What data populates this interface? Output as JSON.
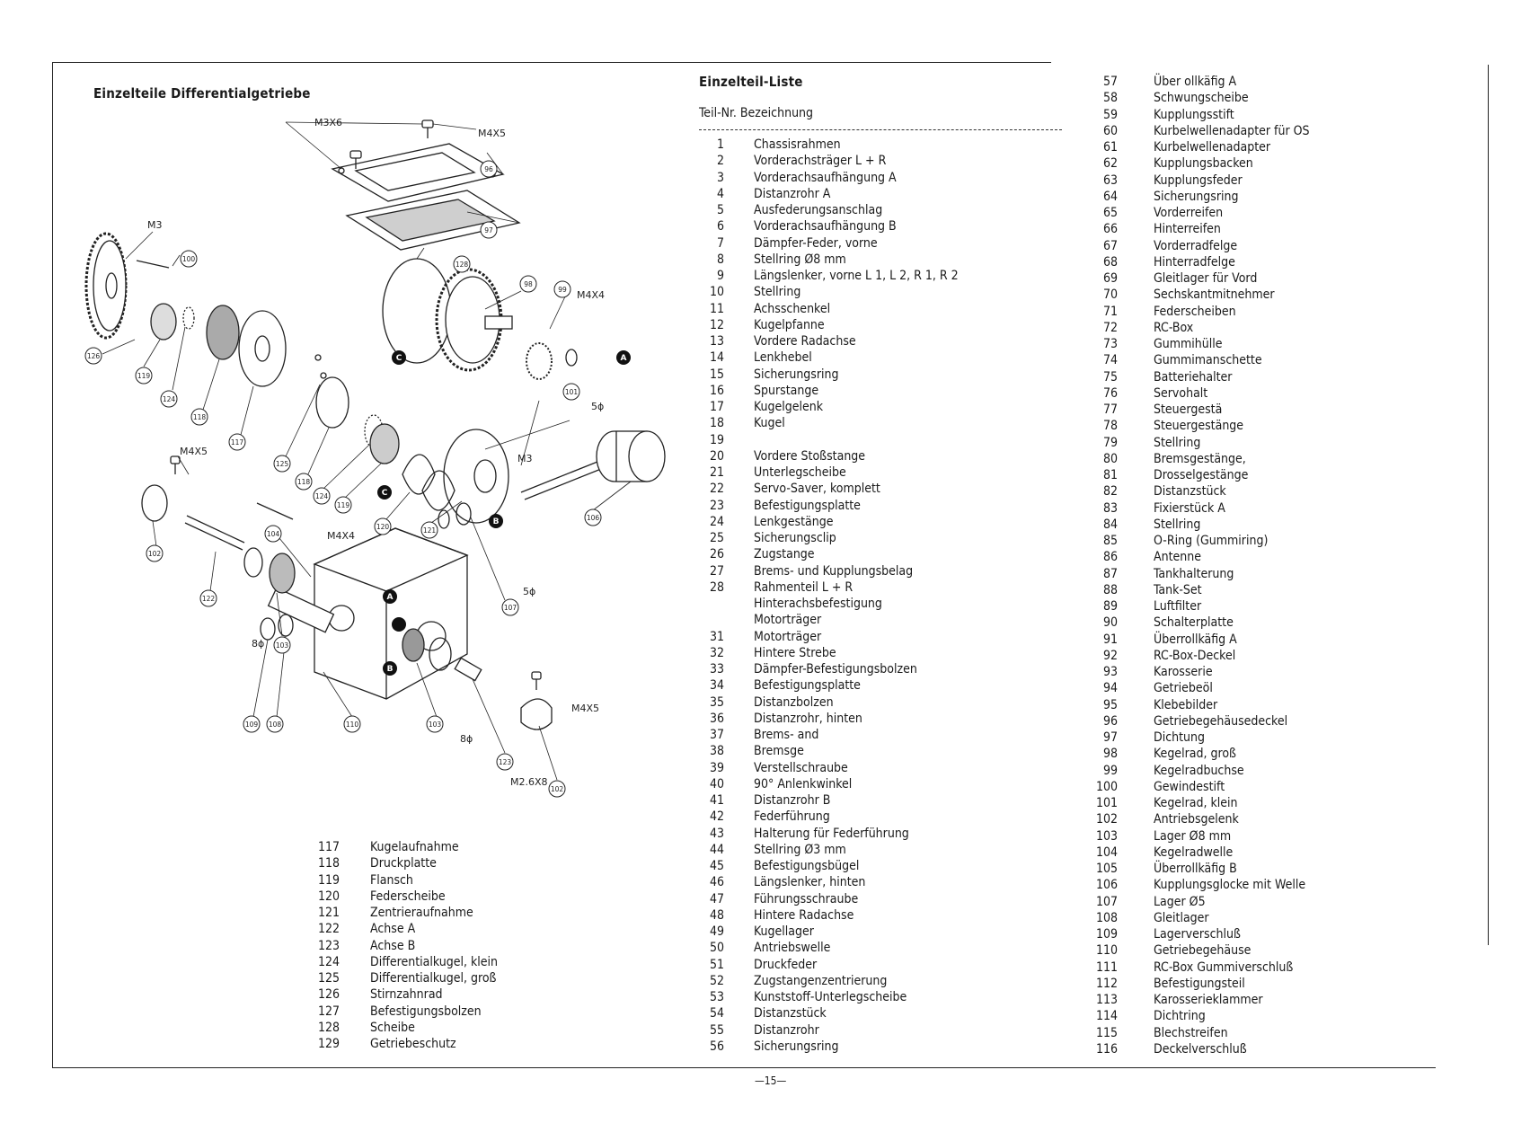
{
  "diagram_title": "Einzelteile Differentialgetriebe",
  "list_title": "Einzelteil-Liste",
  "list_header": "Teil-Nr. Bezeichnung",
  "page_number": "—15—",
  "callouts": {
    "m3x6": "M3X6",
    "m4x5_top": "M4X5",
    "m3_left": "M3",
    "m4x4_right": "M4X4",
    "m4x5_left": "M4X5",
    "m4x4_mid": "M4X4",
    "m3_mid": "M3",
    "m4x5_bottom": "M4X5",
    "m26x8": "M2.6X8",
    "d5_right": "5ϕ",
    "d5_mid": "5ϕ",
    "d8_left": "8ϕ",
    "d8_bottom": "8ϕ",
    "c1": "96",
    "c2": "97",
    "c3": "128",
    "c4": "98",
    "c5": "99",
    "c6": "100",
    "c7": "126",
    "c8": "119",
    "c9": "124",
    "c10": "118",
    "c11": "117",
    "c12": "125",
    "c13": "118",
    "c14": "124",
    "c15": "119",
    "c16": "120",
    "c17": "121",
    "c18": "101",
    "c19": "106",
    "c20": "102",
    "c21": "122",
    "c22": "104",
    "c23": "103",
    "c24": "107",
    "c25": "109",
    "c26": "108",
    "c27": "110",
    "c28": "103",
    "c29": "123",
    "c30": "102",
    "m_a1": "A",
    "m_a2": "A",
    "m_b1": "B",
    "m_b2": "B",
    "m_c1": "C",
    "m_c2": "C"
  },
  "parts_col1": [
    {
      "no": "117",
      "name": "Kugelaufnahme"
    },
    {
      "no": "118",
      "name": "Druckplatte"
    },
    {
      "no": "119",
      "name": "Flansch"
    },
    {
      "no": "120",
      "name": "Federscheibe"
    },
    {
      "no": "121",
      "name": "Zentrieraufnahme"
    },
    {
      "no": "122",
      "name": "Achse A"
    },
    {
      "no": "123",
      "name": "Achse B"
    },
    {
      "no": "124",
      "name": "Differentialkugel, klein"
    },
    {
      "no": "125",
      "name": "Differentialkugel, groß"
    },
    {
      "no": "126",
      "name": "Stirnzahnrad"
    },
    {
      "no": "127",
      "name": "Befestigungsbolzen"
    },
    {
      "no": "128",
      "name": "Scheibe"
    },
    {
      "no": "129",
      "name": "Getriebeschutz"
    }
  ],
  "parts_col2": [
    {
      "no": "1",
      "name": "Chassisrahmen"
    },
    {
      "no": "2",
      "name": "Vorderachsträger L + R"
    },
    {
      "no": "3",
      "name": "Vorderachsaufhängung A"
    },
    {
      "no": "4",
      "name": "Distanzrohr A"
    },
    {
      "no": "5",
      "name": "Ausfederungsanschlag"
    },
    {
      "no": "6",
      "name": "Vorderachsaufhängung B"
    },
    {
      "no": "7",
      "name": "Dämpfer-Feder, vorne"
    },
    {
      "no": "8",
      "name": "Stellring Ø8 mm"
    },
    {
      "no": "9",
      "name": "Längslenker, vorne L 1, L 2, R 1, R 2"
    },
    {
      "no": "10",
      "name": "Stellring"
    },
    {
      "no": "11",
      "name": "Achsschenkel"
    },
    {
      "no": "12",
      "name": "Kugelpfanne"
    },
    {
      "no": "13",
      "name": "Vordere Radachse"
    },
    {
      "no": "14",
      "name": "Lenkhebel"
    },
    {
      "no": "15",
      "name": "Sicherungsring"
    },
    {
      "no": "16",
      "name": "Spurstange"
    },
    {
      "no": "17",
      "name": "Kugelgelenk"
    },
    {
      "no": "18",
      "name": "Kugel"
    },
    {
      "no": "19",
      "name": ""
    },
    {
      "no": "20",
      "name": "Vordere Stoßstange"
    },
    {
      "no": "21",
      "name": "Unterlegscheibe"
    },
    {
      "no": "22",
      "name": "Servo-Saver, komplett"
    },
    {
      "no": "23",
      "name": "Befestigungsplatte"
    },
    {
      "no": "24",
      "name": "Lenkgestänge"
    },
    {
      "no": "25",
      "name": "Sicherungsclip"
    },
    {
      "no": "26",
      "name": "Zugstange"
    },
    {
      "no": "27",
      "name": "Brems- und Kupplungsbelag"
    },
    {
      "no": "28",
      "name": "Rahmenteil L + R"
    },
    {
      "no": "",
      "name": "Hinterachsbefestigung"
    },
    {
      "no": "",
      "name": "Motorträger"
    },
    {
      "no": "31",
      "name": "Motorträger"
    },
    {
      "no": "32",
      "name": "Hintere Strebe"
    },
    {
      "no": "33",
      "name": "Dämpfer-Befestigungsbolzen"
    },
    {
      "no": "34",
      "name": "Befestigungsplatte"
    },
    {
      "no": "35",
      "name": "Distanzbolzen"
    },
    {
      "no": "36",
      "name": "Distanzrohr, hinten"
    },
    {
      "no": "37",
      "name": "Brems- and"
    },
    {
      "no": "38",
      "name": "Bremsge"
    },
    {
      "no": "39",
      "name": "Verstellschraube"
    },
    {
      "no": "40",
      "name": "90° Anlenkwinkel"
    },
    {
      "no": "41",
      "name": "Distanzrohr B"
    },
    {
      "no": "42",
      "name": "Federführung"
    },
    {
      "no": "43",
      "name": "Halterung für Federführung"
    },
    {
      "no": "44",
      "name": "Stellring Ø3 mm"
    },
    {
      "no": "45",
      "name": "Befestigungsbügel"
    },
    {
      "no": "46",
      "name": "Längslenker, hinten"
    },
    {
      "no": "47",
      "name": "Führungsschraube"
    },
    {
      "no": "48",
      "name": "Hintere Radachse"
    },
    {
      "no": "49",
      "name": "Kugellager"
    },
    {
      "no": "50",
      "name": "Antriebswelle"
    },
    {
      "no": "51",
      "name": "Druckfeder"
    },
    {
      "no": "52",
      "name": "Zugstangenzentrierung"
    },
    {
      "no": "53",
      "name": "Kunststoff-Unterlegscheibe"
    },
    {
      "no": "54",
      "name": "Distanzstück"
    },
    {
      "no": "55",
      "name": "Distanzrohr"
    },
    {
      "no": "56",
      "name": "Sicherungsring"
    }
  ],
  "parts_col3": [
    {
      "no": "57",
      "name": "Über ollkäfig A"
    },
    {
      "no": "58",
      "name": "Schwungscheibe"
    },
    {
      "no": "59",
      "name": "Kupplungsstift"
    },
    {
      "no": "60",
      "name": "Kurbelwellenadapter für OS"
    },
    {
      "no": "61",
      "name": "Kurbelwellenadapter"
    },
    {
      "no": "62",
      "name": "Kupplungsbacken"
    },
    {
      "no": "63",
      "name": "Kupplungsfeder"
    },
    {
      "no": "64",
      "name": "Sicherungsring"
    },
    {
      "no": "65",
      "name": "Vorderreifen"
    },
    {
      "no": "66",
      "name": "Hinterreifen"
    },
    {
      "no": "67",
      "name": "Vorderradfelge"
    },
    {
      "no": "68",
      "name": "Hinterradfelge"
    },
    {
      "no": "69",
      "name": "Gleitlager für Vord"
    },
    {
      "no": "70",
      "name": "Sechskantmitnehmer"
    },
    {
      "no": "71",
      "name": "Federscheiben"
    },
    {
      "no": "72",
      "name": "RC-Box"
    },
    {
      "no": "73",
      "name": "Gummihülle"
    },
    {
      "no": "74",
      "name": "Gummimanschette"
    },
    {
      "no": "75",
      "name": "Batteriehalter"
    },
    {
      "no": "76",
      "name": "Servohalt"
    },
    {
      "no": "77",
      "name": "Steuergestä"
    },
    {
      "no": "78",
      "name": "Steuergestänge"
    },
    {
      "no": "79",
      "name": "Stellring"
    },
    {
      "no": "80",
      "name": "Bremsgestänge,"
    },
    {
      "no": "81",
      "name": "Drosselgestänge"
    },
    {
      "no": "82",
      "name": "Distanzstück"
    },
    {
      "no": "83",
      "name": "Fixierstück A"
    },
    {
      "no": "84",
      "name": "Stellring"
    },
    {
      "no": "85",
      "name": "O-Ring (Gummiring)"
    },
    {
      "no": "86",
      "name": "Antenne"
    },
    {
      "no": "87",
      "name": "Tankhalterung"
    },
    {
      "no": "88",
      "name": "Tank-Set"
    },
    {
      "no": "89",
      "name": "Luftfilter"
    },
    {
      "no": "90",
      "name": "Schalterplatte"
    },
    {
      "no": "91",
      "name": "Überrollkäfig A"
    },
    {
      "no": "92",
      "name": "RC-Box-Deckel"
    },
    {
      "no": "93",
      "name": "Karosserie"
    },
    {
      "no": "94",
      "name": "Getriebeöl"
    },
    {
      "no": "95",
      "name": "Klebebilder"
    },
    {
      "no": "96",
      "name": "Getriebegehäusedeckel"
    },
    {
      "no": "97",
      "name": "Dichtung"
    },
    {
      "no": "98",
      "name": "Kegelrad, groß"
    },
    {
      "no": "99",
      "name": "Kegelradbuchse"
    },
    {
      "no": "100",
      "name": "Gewindestift"
    },
    {
      "no": "101",
      "name": "Kegelrad, klein"
    },
    {
      "no": "102",
      "name": "Antriebsgelenk"
    },
    {
      "no": "103",
      "name": "Lager Ø8 mm"
    },
    {
      "no": "104",
      "name": "Kegelradwelle"
    },
    {
      "no": "105",
      "name": "Überrollkäfig B"
    },
    {
      "no": "106",
      "name": "Kupplungsglocke mit Welle"
    },
    {
      "no": "107",
      "name": "Lager Ø5"
    },
    {
      "no": "108",
      "name": "Gleitlager"
    },
    {
      "no": "109",
      "name": "Lagerverschluß"
    },
    {
      "no": "110",
      "name": "Getriebegehäuse"
    },
    {
      "no": "111",
      "name": "RC-Box Gummiverschluß"
    },
    {
      "no": "112",
      "name": "Befestigungsteil"
    },
    {
      "no": "113",
      "name": "Karosserieklammer"
    },
    {
      "no": "114",
      "name": "Dichtring"
    },
    {
      "no": "115",
      "name": "Blechstreifen"
    },
    {
      "no": "116",
      "name": "Deckelverschluß"
    }
  ]
}
